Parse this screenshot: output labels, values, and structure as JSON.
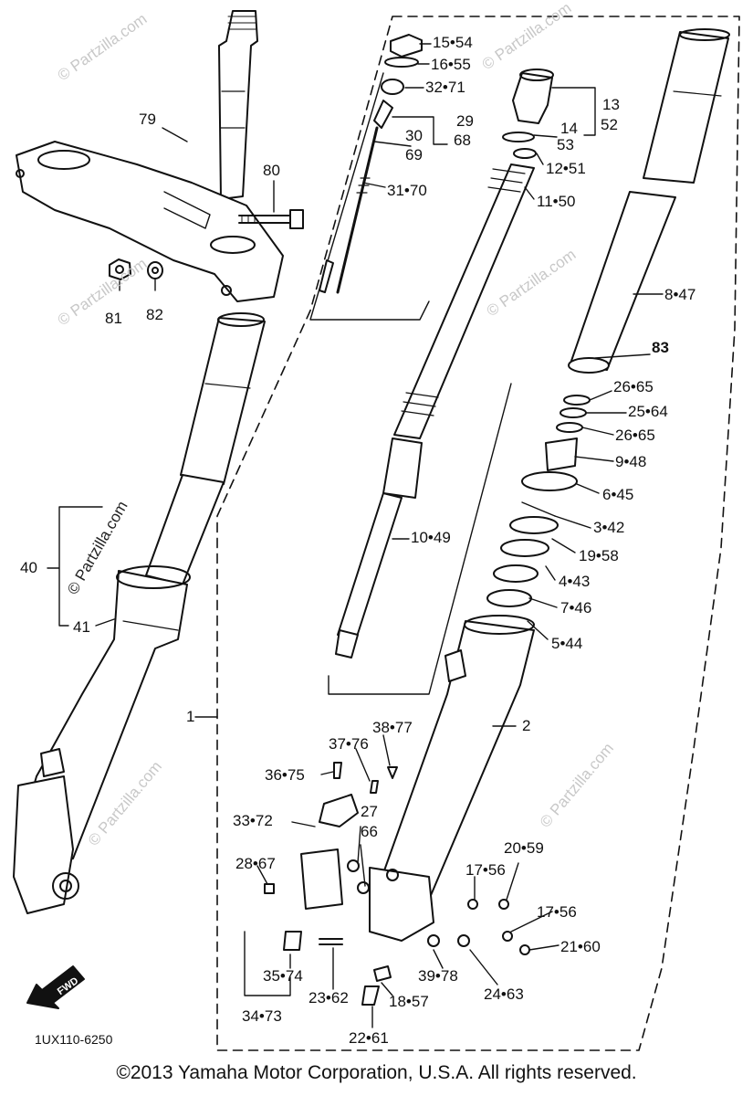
{
  "watermark": "© Partzilla.com",
  "drawing_code": "1UX110-6250",
  "fwd_label": "FWD",
  "copyright": "©2013  Yamaha Motor Corporation, U.S.A. All rights reserved.",
  "callouts": {
    "c79": "79",
    "c80": "80",
    "c81": "81",
    "c82": "82",
    "c15": "15•54",
    "c16": "16•55",
    "c32": "32•71",
    "c29": "29",
    "c68": "68",
    "c30": "30",
    "c69": "69",
    "c31": "31•70",
    "c13": "13",
    "c52": "52",
    "c14": "14",
    "c53": "53",
    "c12": "12•51",
    "c11": "11•50",
    "c8": "8•47",
    "c83": "83",
    "c26a": "26•65",
    "c25": "25•64",
    "c26b": "26•65",
    "c9": "9•48",
    "c6": "6•45",
    "c3": "3•42",
    "c19": "19•58",
    "c4": "4•43",
    "c7": "7•46",
    "c5": "5•44",
    "c10": "10•49",
    "c40": "40",
    "c41": "41",
    "c1": "1",
    "c2": "2",
    "c38": "38•77",
    "c37": "37•76",
    "c36": "36•75",
    "c33": "33•72",
    "c27": "27",
    "c66": "66",
    "c28": "28•67",
    "c17a": "17•56",
    "c20": "20•59",
    "c17b": "17•56",
    "c21": "21•60",
    "c35": "35•74",
    "c23": "23•62",
    "c39": "39•78",
    "c24": "24•63",
    "c18": "18•57",
    "c34": "34•73",
    "c22": "22•61"
  }
}
